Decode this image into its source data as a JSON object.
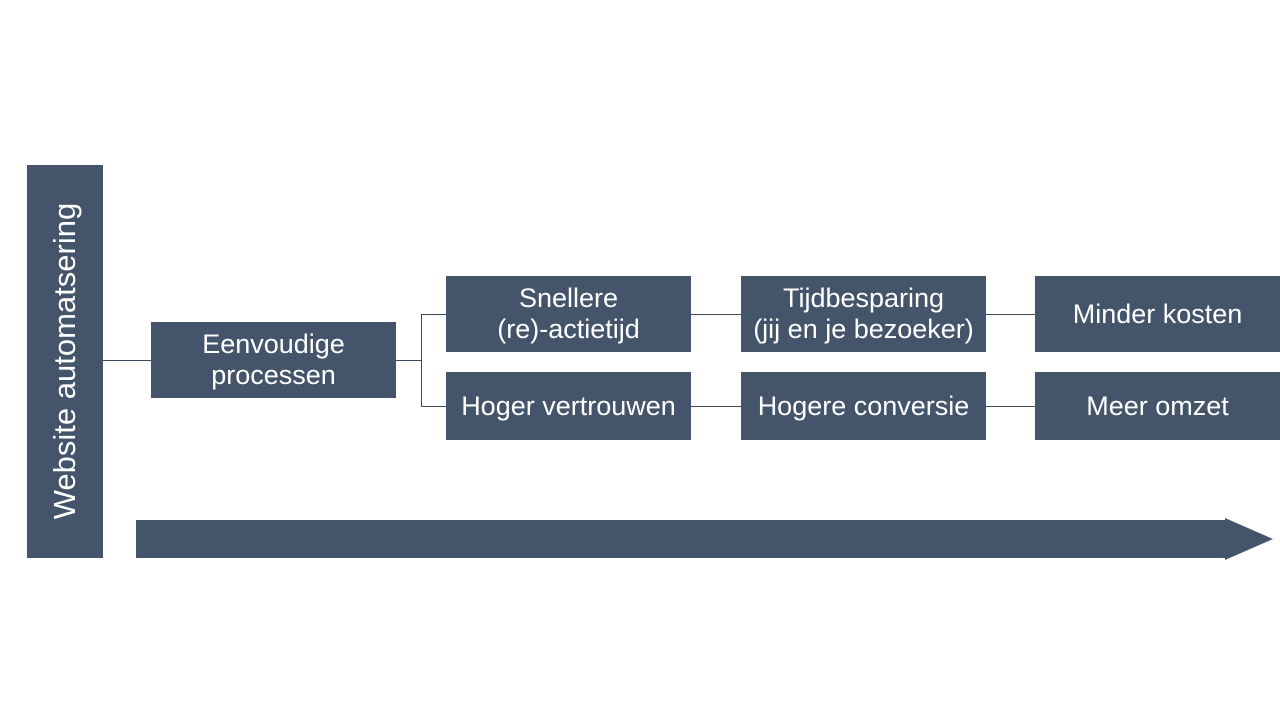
{
  "diagram": {
    "title_bar": {
      "label": "Website automatsering"
    },
    "root": {
      "label": "Eenvoudige\nprocessen"
    },
    "branches": [
      {
        "name": "speed-branch",
        "steps": [
          {
            "label": "Snellere\n(re)-actietijd"
          },
          {
            "label": "Tijdbesparing\n(jij en je bezoeker)"
          },
          {
            "label": "Minder kosten"
          }
        ]
      },
      {
        "name": "trust-branch",
        "steps": [
          {
            "label": "Hoger vertrouwen"
          },
          {
            "label": "Hogere conversie"
          },
          {
            "label": "Meer omzet"
          }
        ]
      }
    ],
    "progress_arrow": {
      "name": "rightward-progress-arrow",
      "direction": "right"
    },
    "colors": {
      "box_fill": "#44546A",
      "box_text": "#FFFFFF",
      "connector": "#3B4A5F",
      "background": "#FFFFFF"
    }
  }
}
